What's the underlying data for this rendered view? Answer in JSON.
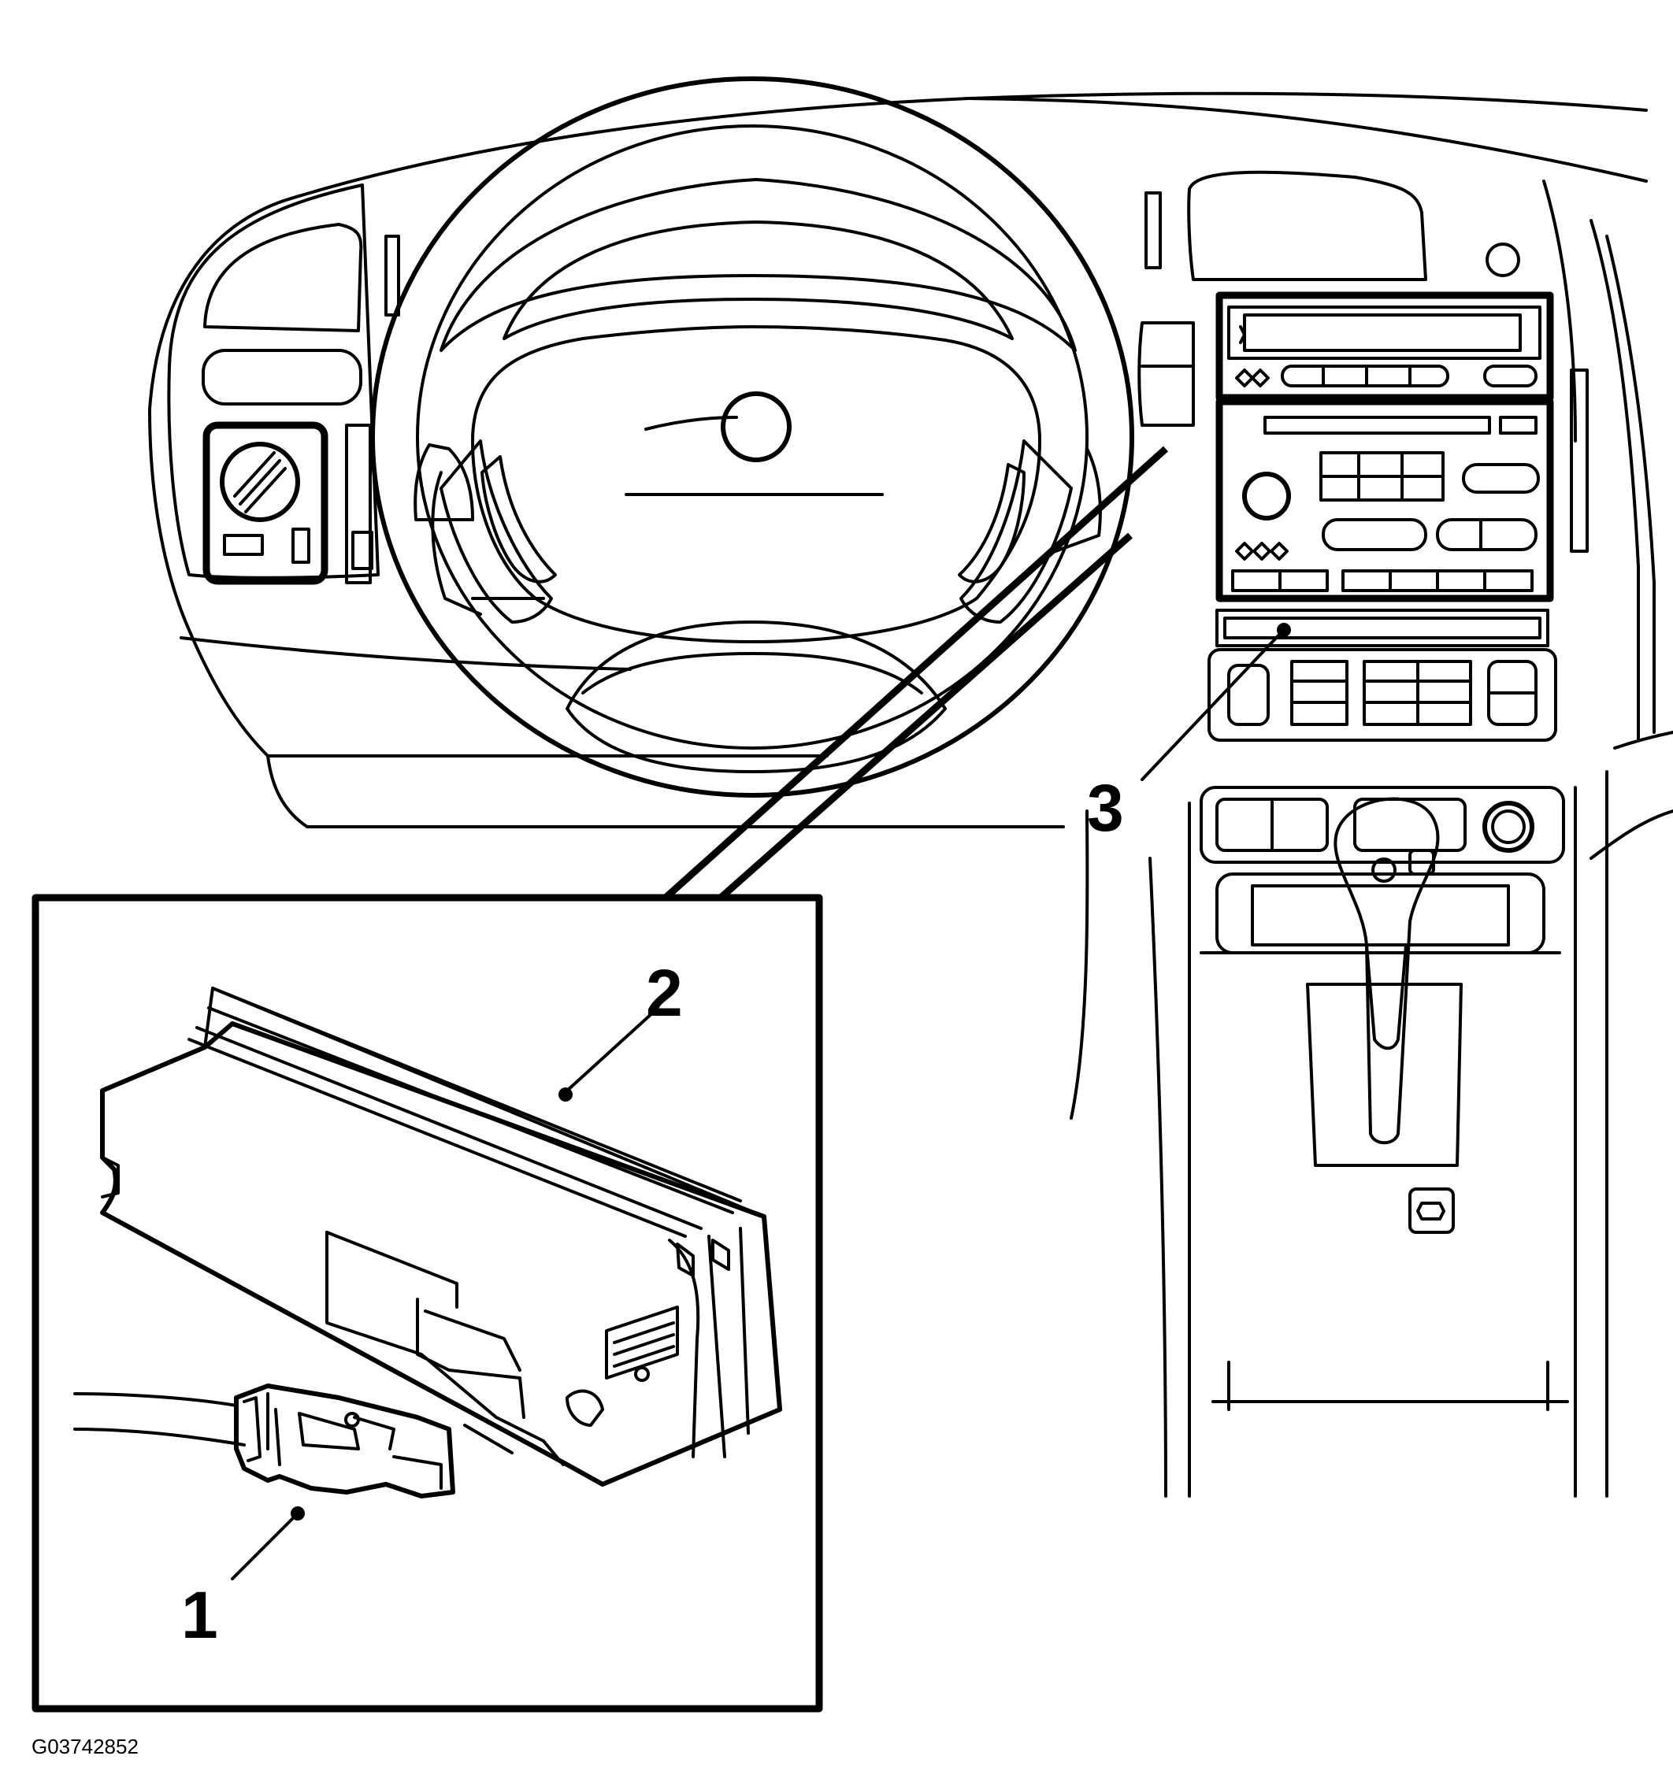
{
  "figure_id": "G03742852",
  "callouts": [
    {
      "label": "1",
      "target": "connector"
    },
    {
      "label": "2",
      "target": "module"
    },
    {
      "label": "3",
      "target": "dashboard-center-location"
    }
  ],
  "colors": {
    "ink": "#000000",
    "paper": "#ffffff"
  }
}
